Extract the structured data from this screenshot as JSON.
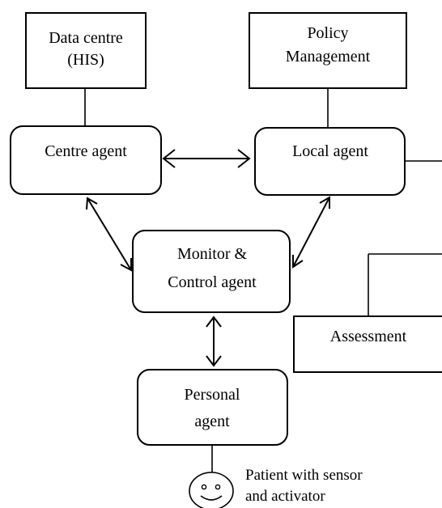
{
  "nodes": {
    "data_centre": {
      "line1": "Data centre",
      "line2": "(HIS)"
    },
    "policy": {
      "line1": "Policy",
      "line2": "Management"
    },
    "centre_agent": {
      "label": "Centre agent"
    },
    "local_agent": {
      "label": "Local agent"
    },
    "monitor": {
      "line1": "Monitor &",
      "line2": "Control agent"
    },
    "assessment": {
      "label": "Assessment"
    },
    "personal": {
      "line1": "Personal",
      "line2": "agent"
    },
    "patient": {
      "line1": "Patient with sensor",
      "line2": "and activator"
    }
  },
  "icons": {
    "patient": "smiley-face-icon"
  }
}
